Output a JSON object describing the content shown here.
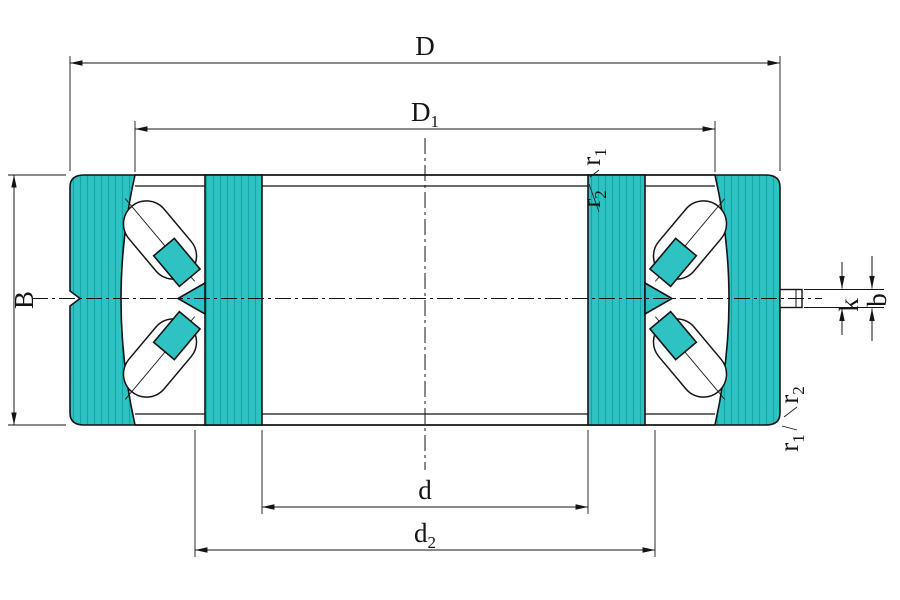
{
  "drawing": {
    "subject": "Double-row spherical roller bearing - dimensioned cross-section drawing",
    "colors": {
      "ring_fill": "#2fc2c2",
      "ring_hatch": "#12a6a6",
      "line": "#141414",
      "background": "#ffffff"
    },
    "dimensions": {
      "D": {
        "main": "D",
        "sub": ""
      },
      "D1": {
        "main": "D",
        "sub": "1"
      },
      "B": {
        "main": "B",
        "sub": ""
      },
      "d": {
        "main": "d",
        "sub": ""
      },
      "d2": {
        "main": "d",
        "sub": "2"
      },
      "k": {
        "main": "k",
        "sub": ""
      },
      "b": {
        "main": "b",
        "sub": ""
      },
      "r1_top": {
        "main": "r",
        "sub": "1"
      },
      "r2_top": {
        "main": "r",
        "sub": "2"
      },
      "r2_bottom": {
        "main": "r",
        "sub": "2"
      },
      "r1_bottom": {
        "main": "r",
        "sub": "1"
      }
    }
  }
}
